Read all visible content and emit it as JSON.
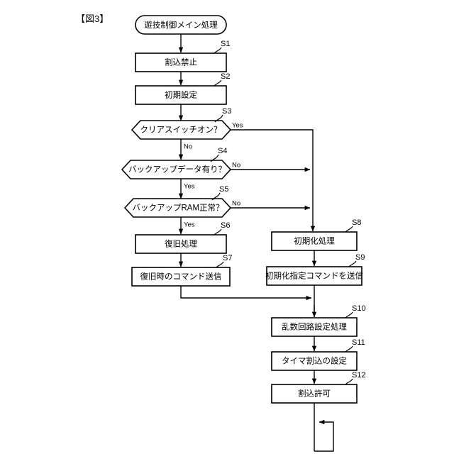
{
  "figure": {
    "title": "【図3】",
    "start_node": "遊技制御メイン処理"
  },
  "nodes": {
    "s1": {
      "step": "S1",
      "label": "割込禁止"
    },
    "s2": {
      "step": "S2",
      "label": "初期設定"
    },
    "s3": {
      "step": "S3",
      "label": "クリアスイッチオン？"
    },
    "s4": {
      "step": "S4",
      "label": "バックアップデータ有り？"
    },
    "s5": {
      "step": "S5",
      "label": "バックアップRAM正常？"
    },
    "s6": {
      "step": "S6",
      "label": "復旧処理"
    },
    "s7": {
      "step": "S7",
      "label": "復旧時のコマンド送信"
    },
    "s8": {
      "step": "S8",
      "label": "初期化処理"
    },
    "s9": {
      "step": "S9",
      "label": "初期化指定コマンドを送信"
    },
    "s10": {
      "step": "S10",
      "label": "乱数回路設定処理"
    },
    "s11": {
      "step": "S11",
      "label": "タイマ割込の設定"
    },
    "s12": {
      "step": "S12",
      "label": "割込許可"
    }
  },
  "branches": {
    "s3_yes": "Yes",
    "s3_no": "No",
    "s4_no": "No",
    "s4_yes": "Yes",
    "s5_no": "No",
    "s5_yes": "Yes"
  },
  "colors": {
    "stroke": "#000000",
    "fill": "#ffffff",
    "background": "#ffffff"
  }
}
